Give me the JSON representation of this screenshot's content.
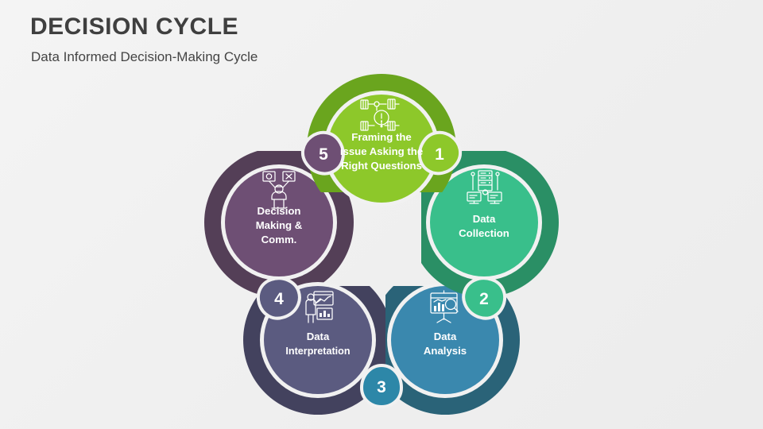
{
  "slide": {
    "title": "DECISION CYCLE",
    "subtitle": "Data Informed Decision-Making Cycle",
    "background_color": "#f2f2f2"
  },
  "diagram": {
    "type": "cycle-5-step",
    "center_label": "",
    "steps": [
      {
        "number": "1",
        "label_lines": [
          "Framing the",
          "issue Asking the",
          "Right Questions"
        ],
        "line1": "Framing the",
        "line2": "issue Asking the",
        "line3": "Right Questions",
        "icon": "framework-alert-icon",
        "inner_color": "#8DC82A",
        "outer_color": "#6AA51E",
        "badge_color": "#8DC82A",
        "position": "top"
      },
      {
        "number": "2",
        "label_lines": [
          "Data",
          "Collection"
        ],
        "line1": "Data",
        "line2": "Collection",
        "line3": "",
        "icon": "server-computers-icon",
        "inner_color": "#39BF8B",
        "outer_color": "#2A8F65",
        "badge_color": "#39BF8B",
        "position": "right"
      },
      {
        "number": "3",
        "label_lines": [
          "Data",
          "Analysis"
        ],
        "line1": "Data",
        "line2": "Analysis",
        "line3": "",
        "icon": "chart-magnifier-icon",
        "inner_color": "#3A88AE",
        "outer_color": "#2A6378",
        "badge_color": "#2D87A8",
        "position": "bottom-right"
      },
      {
        "number": "4",
        "label_lines": [
          "Data",
          "Interpretation"
        ],
        "line1": "Data",
        "line2": "Interpretation",
        "line3": "",
        "icon": "presenter-chart-icon",
        "inner_color": "#5B5B80",
        "outer_color": "#43425E",
        "badge_color": "#5B5B80",
        "position": "bottom-left"
      },
      {
        "number": "5",
        "label_lines": [
          "Decision",
          "Making &",
          "Comm."
        ],
        "line1": "Decision",
        "line2": "Making &",
        "line3": "Comm.",
        "icon": "decision-person-icon",
        "inner_color": "#6E4F74",
        "outer_color": "#543F57",
        "badge_color": "#6E4F74",
        "position": "left"
      }
    ]
  }
}
